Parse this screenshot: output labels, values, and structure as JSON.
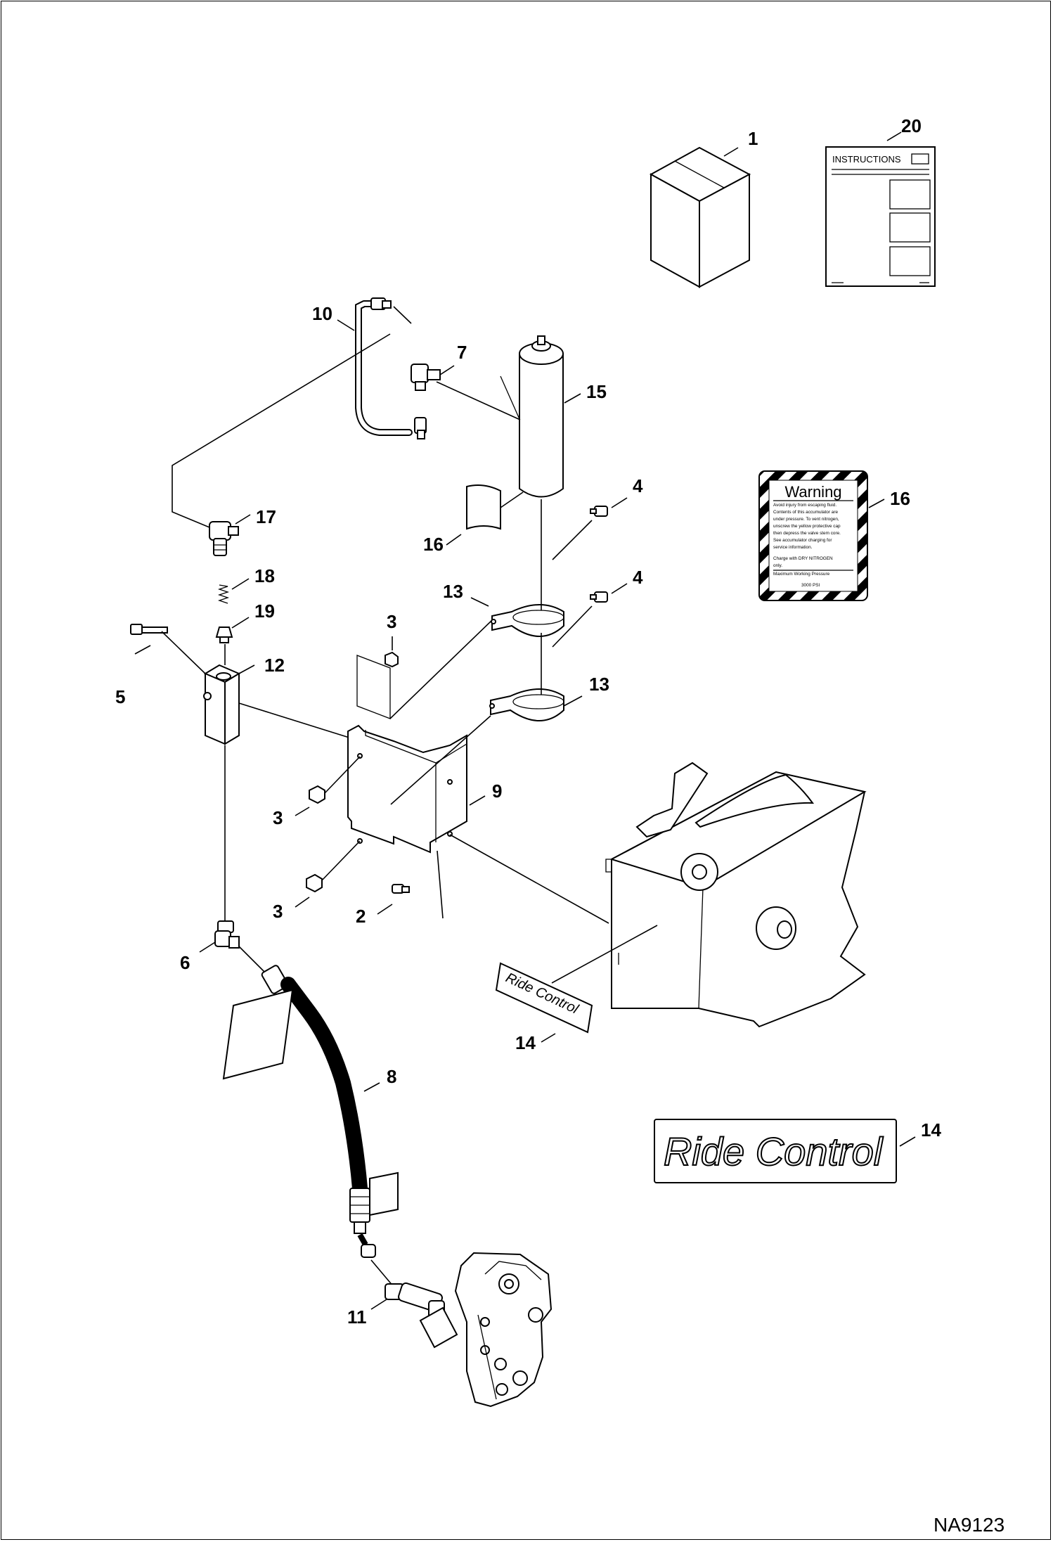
{
  "callouts": {
    "c1": "1",
    "c2": "2",
    "c3a": "3",
    "c3b": "3",
    "c3c": "3",
    "c4a": "4",
    "c4b": "4",
    "c5": "5",
    "c6": "6",
    "c7": "7",
    "c8": "8",
    "c9": "9",
    "c10": "10",
    "c11": "11",
    "c12": "12",
    "c13a": "13",
    "c13b": "13",
    "c14a": "14",
    "c14b": "14",
    "c15": "15",
    "c16a": "16",
    "c16b": "16",
    "c17": "17",
    "c18": "18",
    "c19": "19",
    "c20": "20"
  },
  "instructions_sheet": {
    "title": "INSTRUCTIONS"
  },
  "warning_decal": {
    "title": "Warning",
    "lines": [
      "Avoid injury from escaping fluid.",
      "Contents of this accumulator are",
      "under pressure. To vent nitrogen,",
      "unscrew the yellow protective cap",
      "then depress the valve stem core.",
      "See accumulator charging for",
      "service information.",
      "Charge with DRY NITROGEN",
      "only.",
      "Maximum Working Pressure",
      "3000 PSI"
    ]
  },
  "ride_control_decal": {
    "text": "Ride  Control"
  },
  "ride_control_small": {
    "text": "Ride  Control"
  },
  "drawing_id": "NA9123"
}
